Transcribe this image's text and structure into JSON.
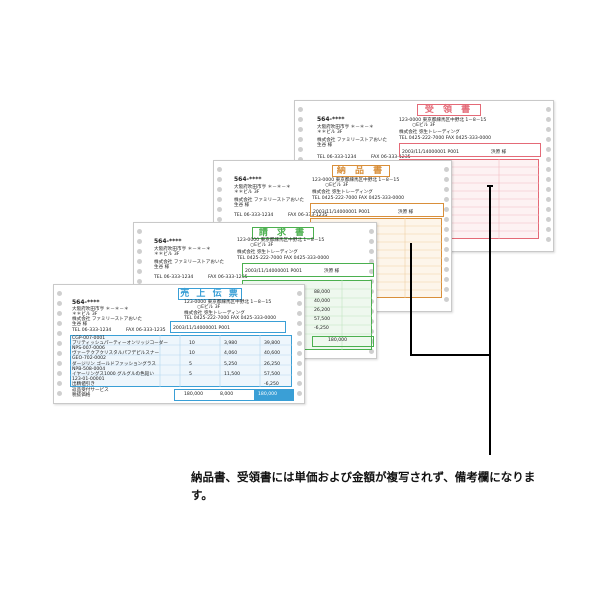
{
  "forms": {
    "juryo": {
      "title": "受 領 書",
      "color": "#e46a77",
      "postal": "564-****",
      "address": "大阪府吹田市亨 ＊－＊－＊\n＊＊ビル 3F",
      "sender_postal_addr": "123-0000 東京都練馬区中野北 1－8－15\n         ○Eビル 3F",
      "company": "株式会社 弥生トレーディング",
      "tel": "TEL 0425-222-7000 FAX 0425-333-0000",
      "customer": "株式会社 ファミリーストアおいた\n生谷 様",
      "date_ref": "2003/11/14000001 P001",
      "recipient": "浜原 様",
      "customer_tel": "TEL 06-333-1234          FAX 06-333-1235"
    },
    "nohin": {
      "title": "納 品 書",
      "color": "#d98f3a",
      "postal": "564-****",
      "address": "大阪府吹田市亨 ＊－＊－＊\n＊＊ビル 3F",
      "sender_postal_addr": "123-0000 東京都練馬区中野北 1－8－15\n         ○Eビル 3F",
      "company": "株式会社 弥生トレーディング",
      "tel": "TEL 0425-222-7000 FAX 0425-333-0000",
      "customer": "株式会社 ファミリーストアおいた\n生谷 様",
      "date_ref": "2003/11/14000001 P001",
      "recipient": "浜原 様",
      "customer_tel": "TEL 06-333-1234          FAX 06-333-1235"
    },
    "seikyu": {
      "title": "請 求 書",
      "color": "#4bb04f",
      "postal": "564-****",
      "address": "大阪府吹田市亨 ＊－＊－＊\n＊＊ビル 3F",
      "sender_postal_addr": "123-0000 東京都練馬区中野北 1－8－15\n         ○Eビル 3F",
      "company": "株式会社 弥生トレーディング",
      "tel": "TEL 0425-222-7000 FAX 0425-333-0000",
      "customer": "株式会社 ファミリーストアおいた\n生谷 様",
      "date_ref": "2003/11/14000001 P001",
      "recipient": "浜原 様",
      "customer_tel": "TEL 06-333-1234          FAX 06-333-1235",
      "amounts": [
        "88,000",
        "40,000",
        "26,200",
        "57,500",
        "-6,250",
        "180,000"
      ]
    },
    "uriage": {
      "title": "売 上 伝 票",
      "color": "#3a9fd6",
      "postal": "564-****",
      "address": "大阪府吹田市亨 ＊－＊－＊\n＊＊ビル 3F",
      "sender_postal_addr": "123-0000 東京都練馬区中野北 1－8－15\n         ○Eビル 3F",
      "company": "株式会社 弥生トレーディング",
      "tel": "TEL 0425-222-7000 FAX 0425-333-0000",
      "customer": "株式会社 ファミリーストアおいた\n生谷 様",
      "date_ref": "2003/11/14000001 P001",
      "customer_tel": "TEL 06-333-1234          FAX 06-333-1235",
      "items": [
        {
          "code": "CGP-007-0001",
          "name": "",
          "qty": "",
          "price": "",
          "amount": ""
        },
        {
          "code": "",
          "name": "ブリティッシュパーティーオンリッジコーダー",
          "qty": "10",
          "price": "3,980",
          "amount": "39,800"
        },
        {
          "code": "NPS-007-0006",
          "name": "",
          "qty": "",
          "price": "",
          "amount": ""
        },
        {
          "code": "",
          "name": "ヴァーテクアクリスタルパフデピルスナー",
          "qty": "10",
          "price": "4,060",
          "amount": "40,600"
        },
        {
          "code": "GEO-702-0002",
          "name": "",
          "qty": "",
          "price": "",
          "amount": ""
        },
        {
          "code": "",
          "name": "ダージリン ゴールドファッショングラス",
          "qty": "5",
          "price": "5,250",
          "amount": "26,250"
        },
        {
          "code": "NPB-508-0004",
          "name": "",
          "qty": "",
          "price": "",
          "amount": ""
        },
        {
          "code": "",
          "name": "イヤーリングス1000 グルグルの色鉛い",
          "qty": "5",
          "price": "11,500",
          "amount": "57,500"
        },
        {
          "code": "123-01-00001",
          "name": "",
          "qty": "",
          "price": "",
          "amount": ""
        },
        {
          "code": "",
          "name": "出精値引き",
          "qty": "",
          "price": "",
          "amount": "-6,250"
        }
      ],
      "remarks": "返品受付サービス\n税抜価格",
      "totals": [
        "180,000",
        "8,000",
        "180,000"
      ]
    }
  },
  "caption": "納品書、受領書には単価および金額が複写されず、備考欄になります。",
  "colors": {
    "leader": "#000000"
  }
}
